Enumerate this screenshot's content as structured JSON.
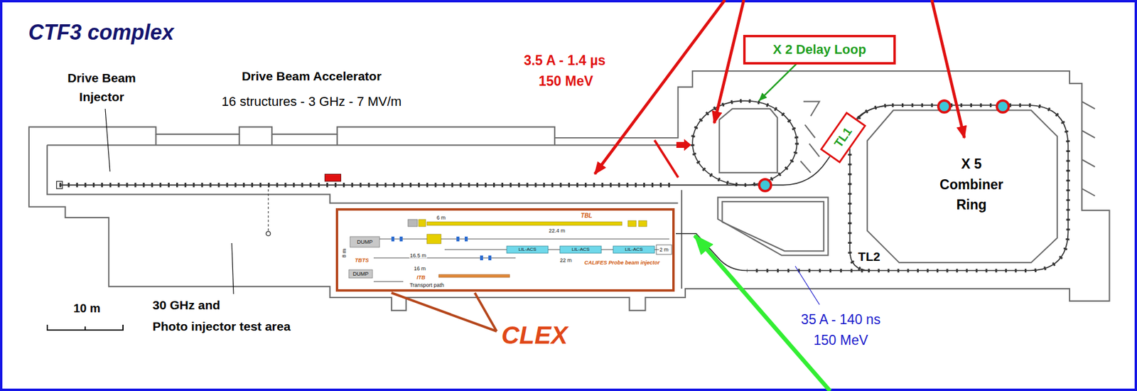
{
  "diagram": {
    "title": "CTF3 complex",
    "nodes": [
      {
        "text": [
          "X 2 Delay Loop"
        ]
      },
      {
        "text": [
          "TL1"
        ]
      },
      {
        "text": [
          "6 m",
          "TBL",
          "22.4 m",
          "DUMP",
          "TBTS",
          "16.5 m",
          "LIL-ACS",
          "LIL-ACS",
          "LIL-ACS",
          "22 m",
          "CALIFES Probe beam injector",
          "2 m",
          "16 m",
          "DUMP",
          "ITB",
          "Transport path",
          "8 m"
        ]
      }
    ],
    "labels": [
      "Drive Beam Injector",
      "Drive Beam Accelerator",
      "16 structures - 3 GHz - 7 MV/m",
      "3.5 A - 1.4 µs",
      "150 MeV",
      "CLEX",
      "10 m",
      "30 GHz and",
      "Photo injector test area",
      "X 5 Combiner Ring",
      "TL2",
      "35 A - 140 ns",
      "150 MeV"
    ]
  }
}
